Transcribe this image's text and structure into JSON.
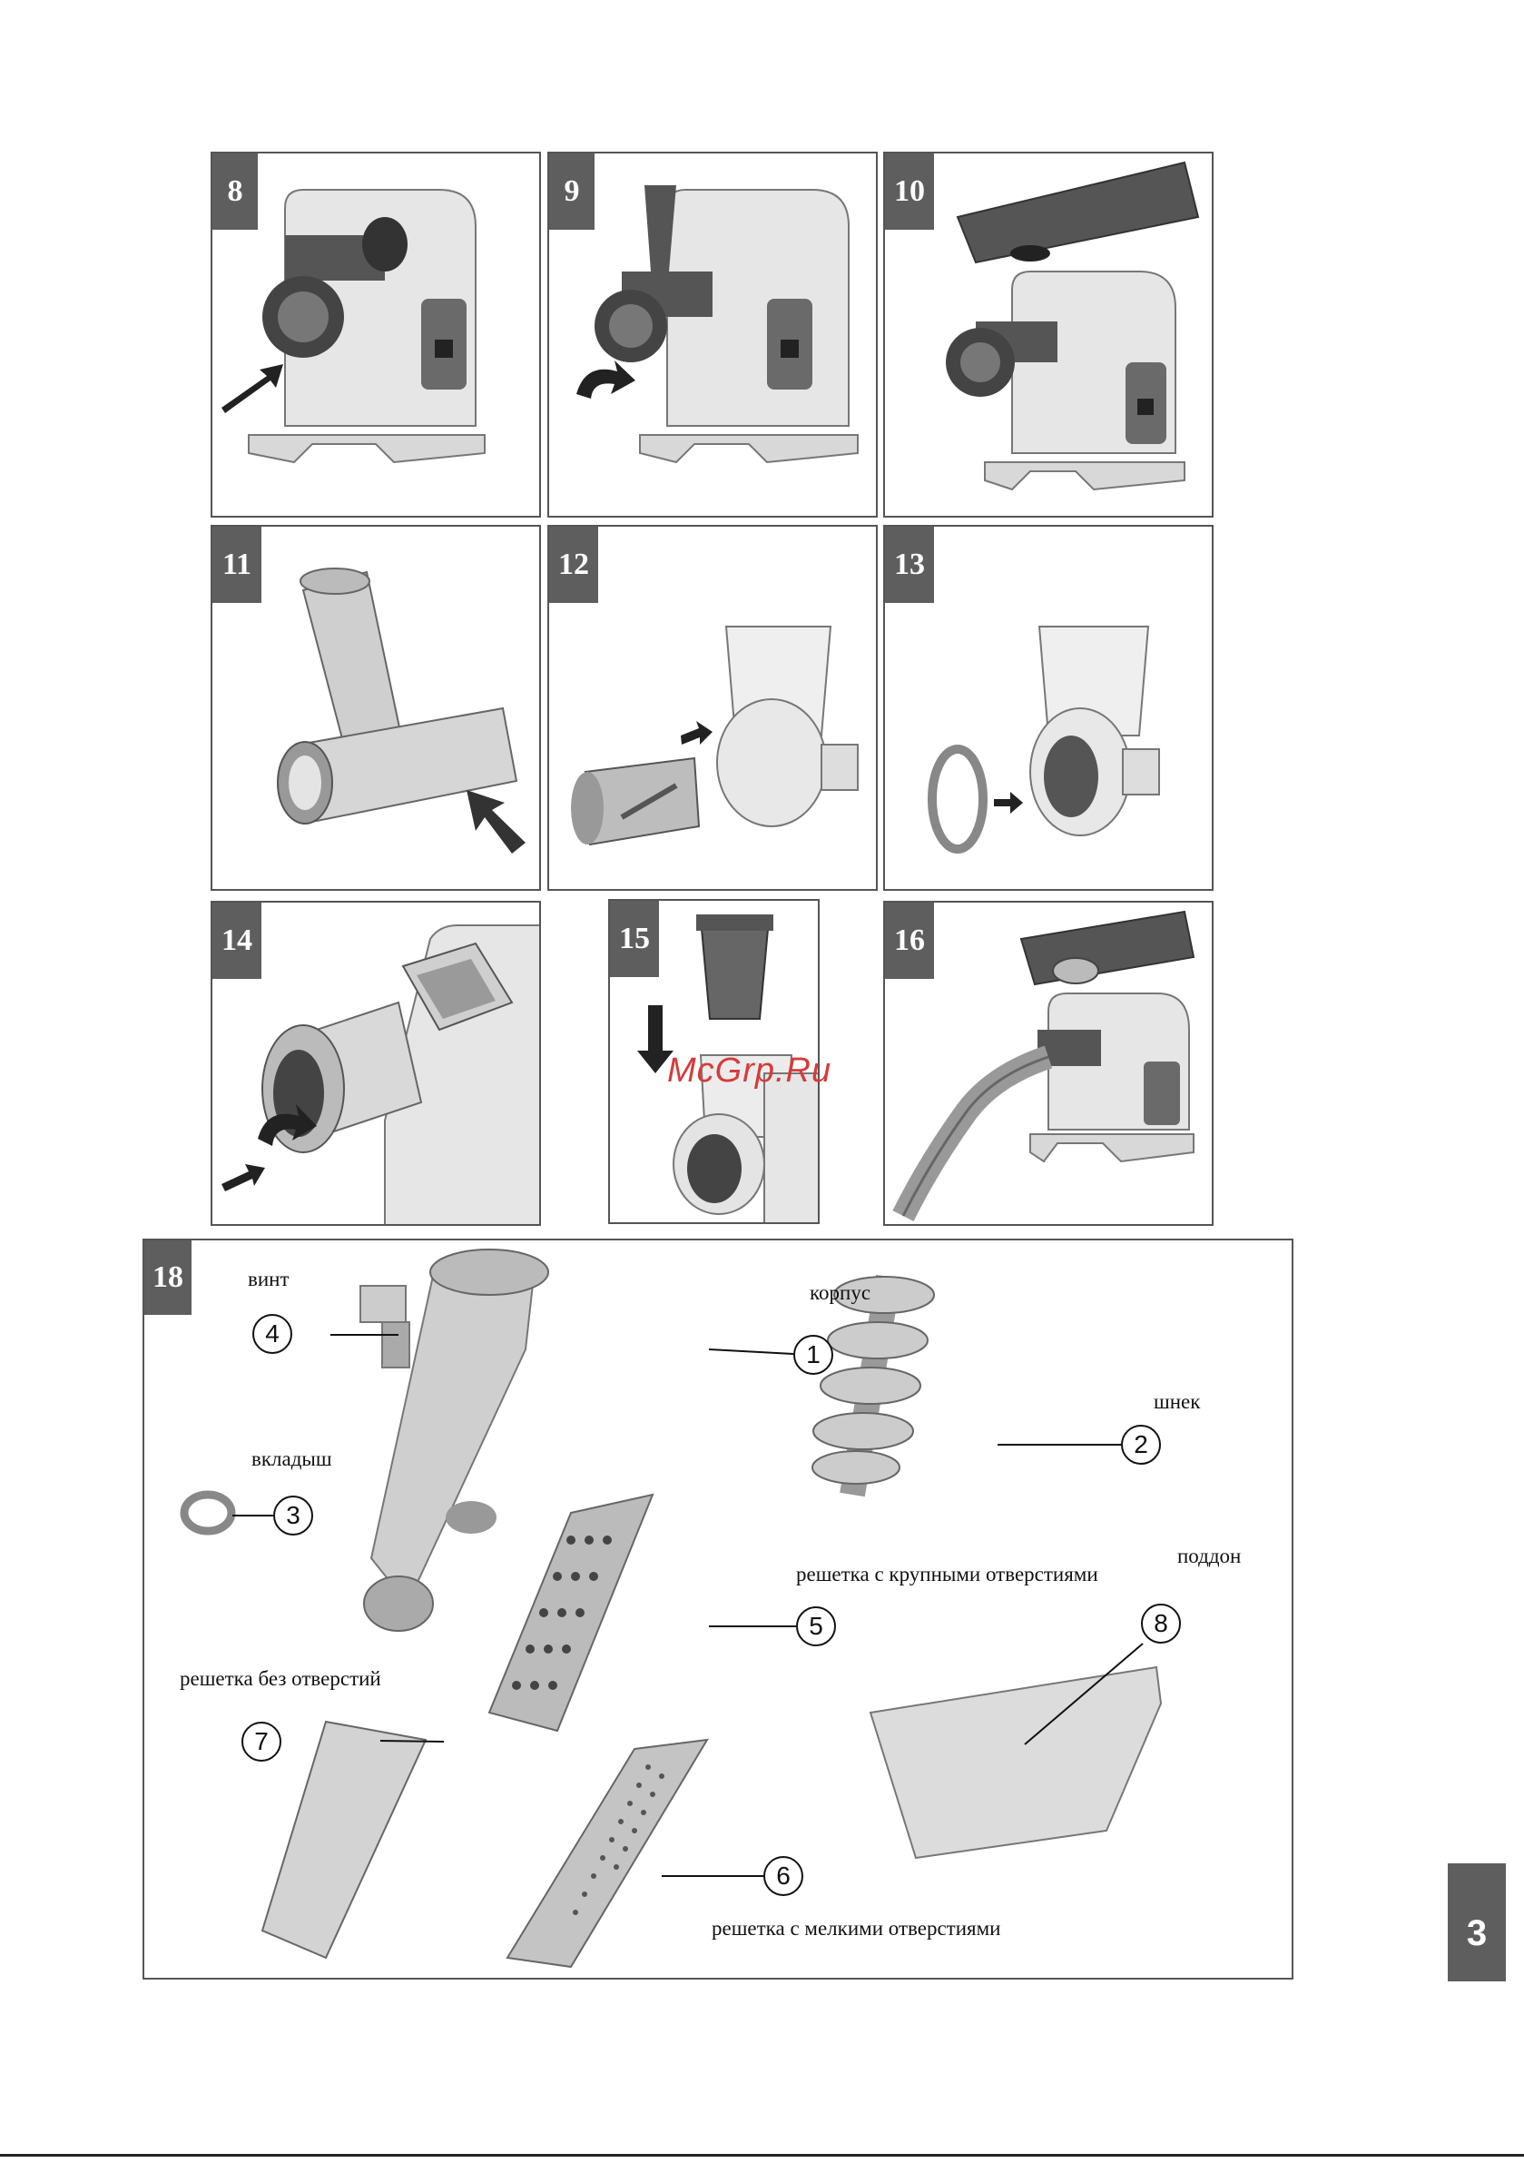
{
  "steps": [
    {
      "num": "8"
    },
    {
      "num": "9"
    },
    {
      "num": "10"
    },
    {
      "num": "11"
    },
    {
      "num": "12"
    },
    {
      "num": "13"
    },
    {
      "num": "14"
    },
    {
      "num": "15"
    },
    {
      "num": "16"
    }
  ],
  "diagram": {
    "num": "18",
    "labels": {
      "screw": "винт",
      "insert": "вкладыш",
      "housing": "корпус",
      "auger": "шнек",
      "coarse_grid": "решетка с крупными отверстиями",
      "tray": "поддон",
      "solid_grid": "решетка без отверстий",
      "fine_grid": "решетка с мелкими отверстиями"
    },
    "callouts": {
      "c1": "1",
      "c2": "2",
      "c3": "3",
      "c4": "4",
      "c5": "5",
      "c6": "6",
      "c7": "7",
      "c8": "8"
    }
  },
  "watermark": "McGrp.Ru",
  "page_number": "3"
}
